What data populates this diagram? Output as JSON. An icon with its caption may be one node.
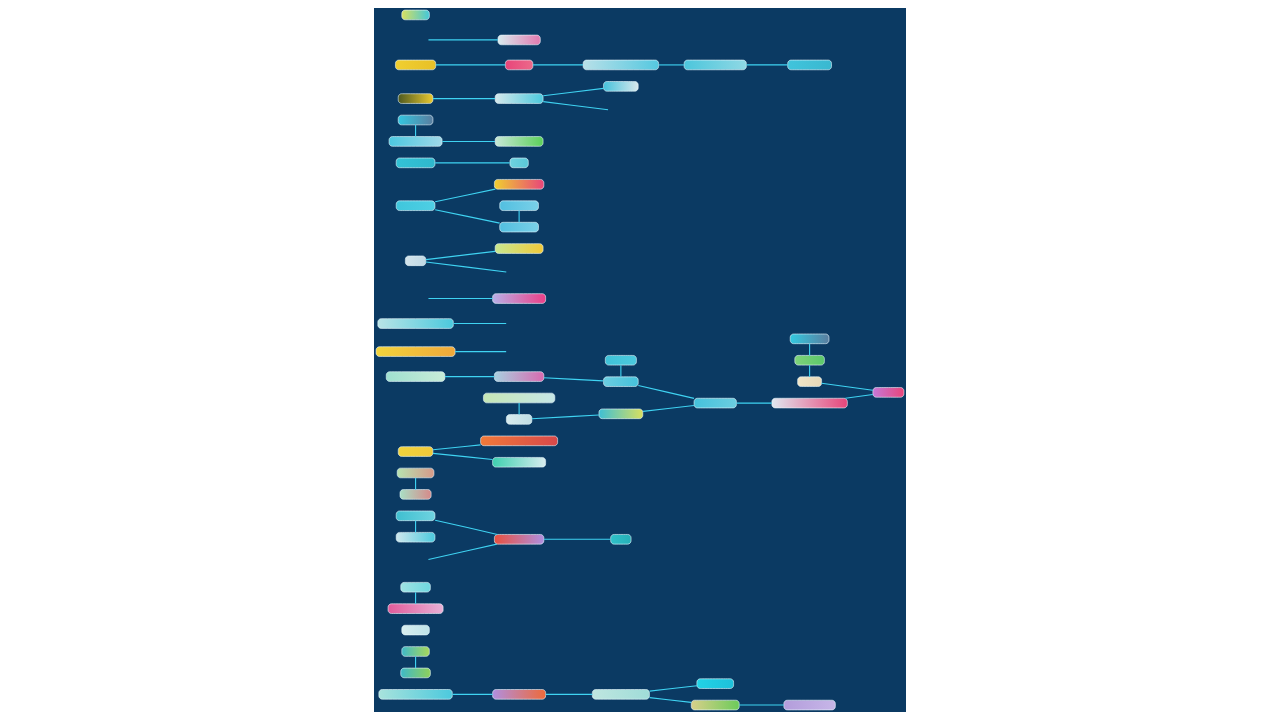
{
  "diagram": {
    "nodes": [
      {
        "text": [],
        "shape": "box"
      },
      {
        "text": [],
        "shape": "box"
      },
      {
        "text": [],
        "shape": "box"
      },
      {
        "text": [],
        "shape": "box"
      },
      {
        "text": [],
        "shape": "box"
      },
      {
        "text": [],
        "shape": "box"
      },
      {
        "text": [],
        "shape": "box"
      },
      {
        "text": [],
        "shape": "box"
      },
      {
        "text": [],
        "shape": "box"
      },
      {
        "text": [],
        "shape": "box"
      },
      {
        "text": [],
        "shape": "box"
      },
      {
        "text": [],
        "shape": "box"
      },
      {
        "text": [],
        "shape": "box"
      },
      {
        "text": [],
        "shape": "box"
      },
      {
        "text": [],
        "shape": "box"
      },
      {
        "text": [],
        "shape": "box"
      },
      {
        "text": [],
        "shape": "box"
      },
      {
        "text": [],
        "shape": "box"
      },
      {
        "text": [],
        "shape": "box"
      },
      {
        "text": [],
        "shape": "box"
      },
      {
        "text": [],
        "shape": "box"
      },
      {
        "text": [],
        "shape": "box"
      },
      {
        "text": [],
        "shape": "box"
      },
      {
        "text": [],
        "shape": "box"
      },
      {
        "text": [],
        "shape": "box"
      },
      {
        "text": [],
        "shape": "box"
      },
      {
        "text": [],
        "shape": "box"
      },
      {
        "text": [],
        "shape": "box"
      },
      {
        "text": [],
        "shape": "box"
      },
      {
        "text": [],
        "shape": "box"
      },
      {
        "text": [],
        "shape": "box"
      },
      {
        "text": [],
        "shape": "box"
      },
      {
        "text": [],
        "shape": "box"
      },
      {
        "text": [],
        "shape": "box"
      },
      {
        "text": [],
        "shape": "box"
      },
      {
        "text": [],
        "shape": "box"
      },
      {
        "text": [],
        "shape": "box"
      },
      {
        "text": [],
        "shape": "box"
      },
      {
        "text": [],
        "shape": "box"
      },
      {
        "text": [],
        "shape": "box"
      },
      {
        "text": [],
        "shape": "box"
      },
      {
        "text": [],
        "shape": "box"
      },
      {
        "text": [],
        "shape": "box"
      },
      {
        "text": [],
        "shape": "box"
      },
      {
        "text": [],
        "shape": "box"
      },
      {
        "text": [],
        "shape": "box"
      },
      {
        "text": [],
        "shape": "box"
      },
      {
        "text": [],
        "shape": "box"
      },
      {
        "text": [],
        "shape": "box"
      },
      {
        "text": [],
        "shape": "box"
      },
      {
        "text": [],
        "shape": "box"
      },
      {
        "text": [],
        "shape": "box"
      },
      {
        "text": [],
        "shape": "box"
      },
      {
        "text": [],
        "shape": "box"
      },
      {
        "text": [],
        "shape": "box"
      },
      {
        "text": [],
        "shape": "box"
      },
      {
        "text": [],
        "shape": "box"
      }
    ],
    "edges": [
      {
        "from": 2,
        "to": 3,
        "arrow": "none"
      },
      {
        "from": 3,
        "to": 0,
        "arrow": "none"
      },
      {
        "from": 0,
        "to": 1,
        "arrow": "none"
      },
      {
        "from": 4,
        "to": 6,
        "arrow": "none"
      },
      {
        "from": 7,
        "to": 11,
        "arrow": "none"
      },
      {
        "from": 10,
        "to": 13,
        "arrow": "none"
      },
      {
        "from": 10,
        "to": 23,
        "arrow": "none"
      },
      {
        "from": 0,
        "to": 8,
        "arrow": "none"
      },
      {
        "from": 8,
        "to": 9,
        "arrow": "none"
      },
      {
        "from": 12,
        "to": 17,
        "arrow": "none"
      },
      {
        "from": 14,
        "to": 18,
        "arrow": "none"
      },
      {
        "from": 14,
        "to": 30,
        "arrow": "none"
      },
      {
        "from": 15,
        "to": 19,
        "arrow": "none"
      },
      {
        "from": 19,
        "to": 22,
        "arrow": "none"
      },
      {
        "from": 16,
        "to": null,
        "arrow": "none"
      },
      {
        "from": 20,
        "to": null,
        "arrow": "none"
      },
      {
        "from": null,
        "to": 21,
        "arrow": "none"
      },
      {
        "from": 22,
        "to": 46,
        "arrow": "none"
      },
      {
        "from": null,
        "to": 23,
        "arrow": "none"
      },
      {
        "from": 23,
        "to": 31,
        "arrow": "none"
      },
      {
        "from": 24,
        "to": 25,
        "arrow": "none"
      },
      {
        "from": 24,
        "to": null,
        "arrow": "none"
      },
      {
        "from": 26,
        "to": 41,
        "arrow": "none"
      },
      {
        "from": 26,
        "to": 42,
        "arrow": "none"
      },
      {
        "from": 39,
        "to": 41,
        "arrow": "none"
      },
      {
        "from": 27,
        "to": 28,
        "arrow": "none"
      },
      {
        "from": 29,
        "to": 34,
        "arrow": "none"
      },
      {
        "from": 34,
        "to": 35,
        "arrow": "none"
      },
      {
        "from": 32,
        "to": 33,
        "arrow": "none"
      },
      {
        "from": 33,
        "to": 38,
        "arrow": "none"
      },
      {
        "from": 33,
        "to": null,
        "arrow": "none"
      },
      {
        "from": 36,
        "to": 37,
        "arrow": "none"
      },
      {
        "from": 37,
        "to": 43,
        "arrow": "none"
      },
      {
        "from": 40,
        "to": 44,
        "arrow": "none"
      },
      {
        "from": 44,
        "to": 55,
        "arrow": "none"
      },
      {
        "from": 47,
        "to": 50,
        "arrow": "none"
      },
      {
        "from": 50,
        "to": 49,
        "arrow": "none"
      },
      {
        "from": 55,
        "to": 49,
        "arrow": "none"
      },
      {
        "from": 43,
        "to": 53,
        "arrow": "none"
      },
      {
        "from": 49,
        "to": 45,
        "arrow": "none"
      },
      {
        "from": 45,
        "to": 46,
        "arrow": "none"
      },
      {
        "from": 53,
        "to": 54,
        "arrow": "none"
      },
      {
        "from": null,
        "to": 48,
        "arrow": "none"
      },
      {
        "from": 51,
        "to": 52,
        "arrow": "none"
      },
      {
        "from": 52,
        "to": 50,
        "arrow": "none"
      }
    ]
  }
}
